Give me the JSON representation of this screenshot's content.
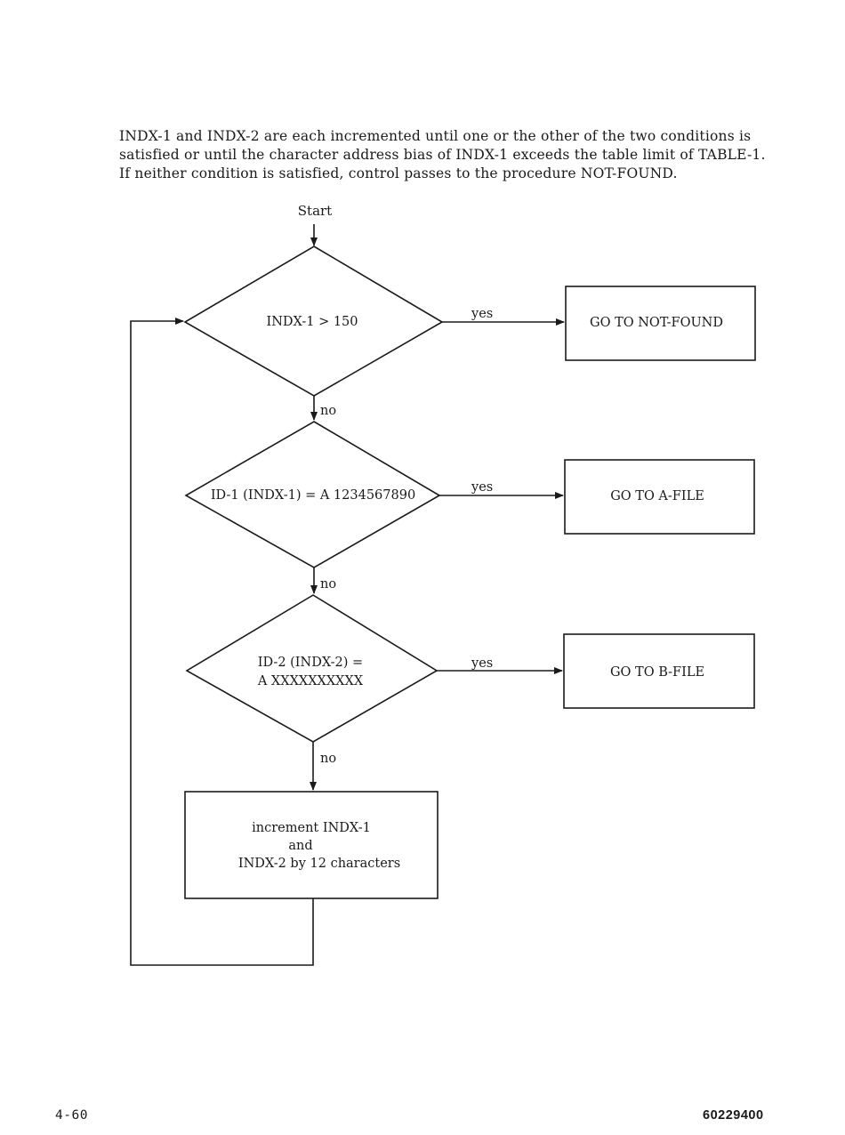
{
  "intro": {
    "line1": "INDX-1 and INDX-2 are each incremented until one or the other of the two conditions is",
    "line2": "satisfied or until the character address bias of INDX-1 exceeds the table limit of TABLE-1.",
    "line3": "If neither condition is satisfied, control passes to the procedure NOT-FOUND."
  },
  "flowchart": {
    "start_label": "Start",
    "decision1": {
      "text": "INDX-1 > 150",
      "yes": "yes",
      "no": "no"
    },
    "action1": "GO TO NOT-FOUND",
    "decision2": {
      "text": "ID-1 (INDX-1) = A 1234567890",
      "yes": "yes",
      "no": "no"
    },
    "action2": "GO TO A-FILE",
    "decision3": {
      "line1": "ID-2 (INDX-2) =",
      "line2": "A XXXXXXXXXX",
      "yes": "yes",
      "no": "no"
    },
    "action3": "GO TO B-FILE",
    "process": {
      "line1": "increment INDX-1",
      "line2": "and",
      "line3": "INDX-2 by 12 characters"
    }
  },
  "footer": {
    "page_number": "4-60",
    "doc_number": "60229400"
  },
  "colors": {
    "ink": "#1a1a1a",
    "background": "#ffffff"
  }
}
